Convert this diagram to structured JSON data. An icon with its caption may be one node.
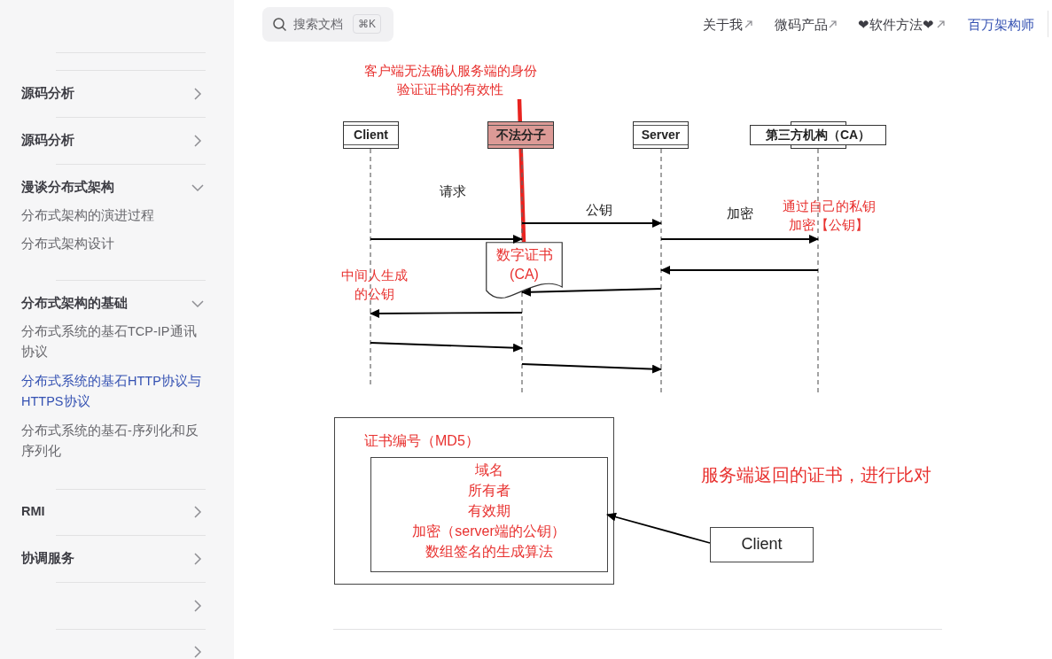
{
  "diagram": {
    "nodes": [
      {
        "text": [
          "Client"
        ]
      },
      {
        "text": [
          "不法分子"
        ]
      },
      {
        "text": [
          "Server"
        ]
      },
      {
        "text": [
          "第三方机构（CA）"
        ]
      },
      {
        "text": [
          "数字证书 (CA)"
        ]
      },
      {
        "text": [
          "证书编号（MD5）"
        ]
      },
      {
        "text": [
          "域名",
          "所有者",
          "有效期",
          "加密（server端的公钥）",
          "数组签名的生成算法"
        ],
        "in": 5
      },
      {
        "text": [
          "Client"
        ]
      },
      {
        "text": [
          "客户端无法确认服务端的身份验证证书的有效性"
        ]
      }
    ],
    "edges": [
      {
        "from": 0,
        "to": 1,
        "arrow": "to",
        "label": "请求"
      },
      {
        "from": 1,
        "to": 2,
        "arrow": "to",
        "label": "公钥"
      },
      {
        "from": 2,
        "to": 3,
        "arrow": "to",
        "label": "加密"
      },
      {
        "from": 3,
        "to": 2,
        "arrow": "to"
      },
      {
        "from": 2,
        "to": 1,
        "arrow": "to"
      },
      {
        "from": 1,
        "to": 0,
        "arrow": "to"
      },
      {
        "from": 0,
        "to": 1,
        "arrow": "to"
      },
      {
        "from": 1,
        "to": 2,
        "arrow": "to"
      },
      {
        "from": 7,
        "to": 6,
        "arrow": "to"
      },
      {
        "from": 8,
        "to": 4,
        "arrow": "none",
        "style": "thick",
        "color": "#e8231f"
      }
    ],
    "labels": [
      "源码分析",
      "源码分析",
      "漫谈分布式架构",
      "分布式架构的演进过程",
      "分布式架构设计",
      "分布式架构的基础",
      "分布式系统的基石TCP-IP通讯协议",
      "分布式系统的基石HTTP协议与HTTPS协议",
      "分布式系统的基石-序列化和反序列化",
      "RMI",
      "协调服务",
      "搜索文档",
      "⌘K",
      "关于我",
      "微码产品",
      "❤软件方法❤",
      "百万架构师",
      "通过自己的私钥加密【公钥】",
      "中间人生成的公钥",
      "服务端返回的证书，进行比对"
    ]
  }
}
